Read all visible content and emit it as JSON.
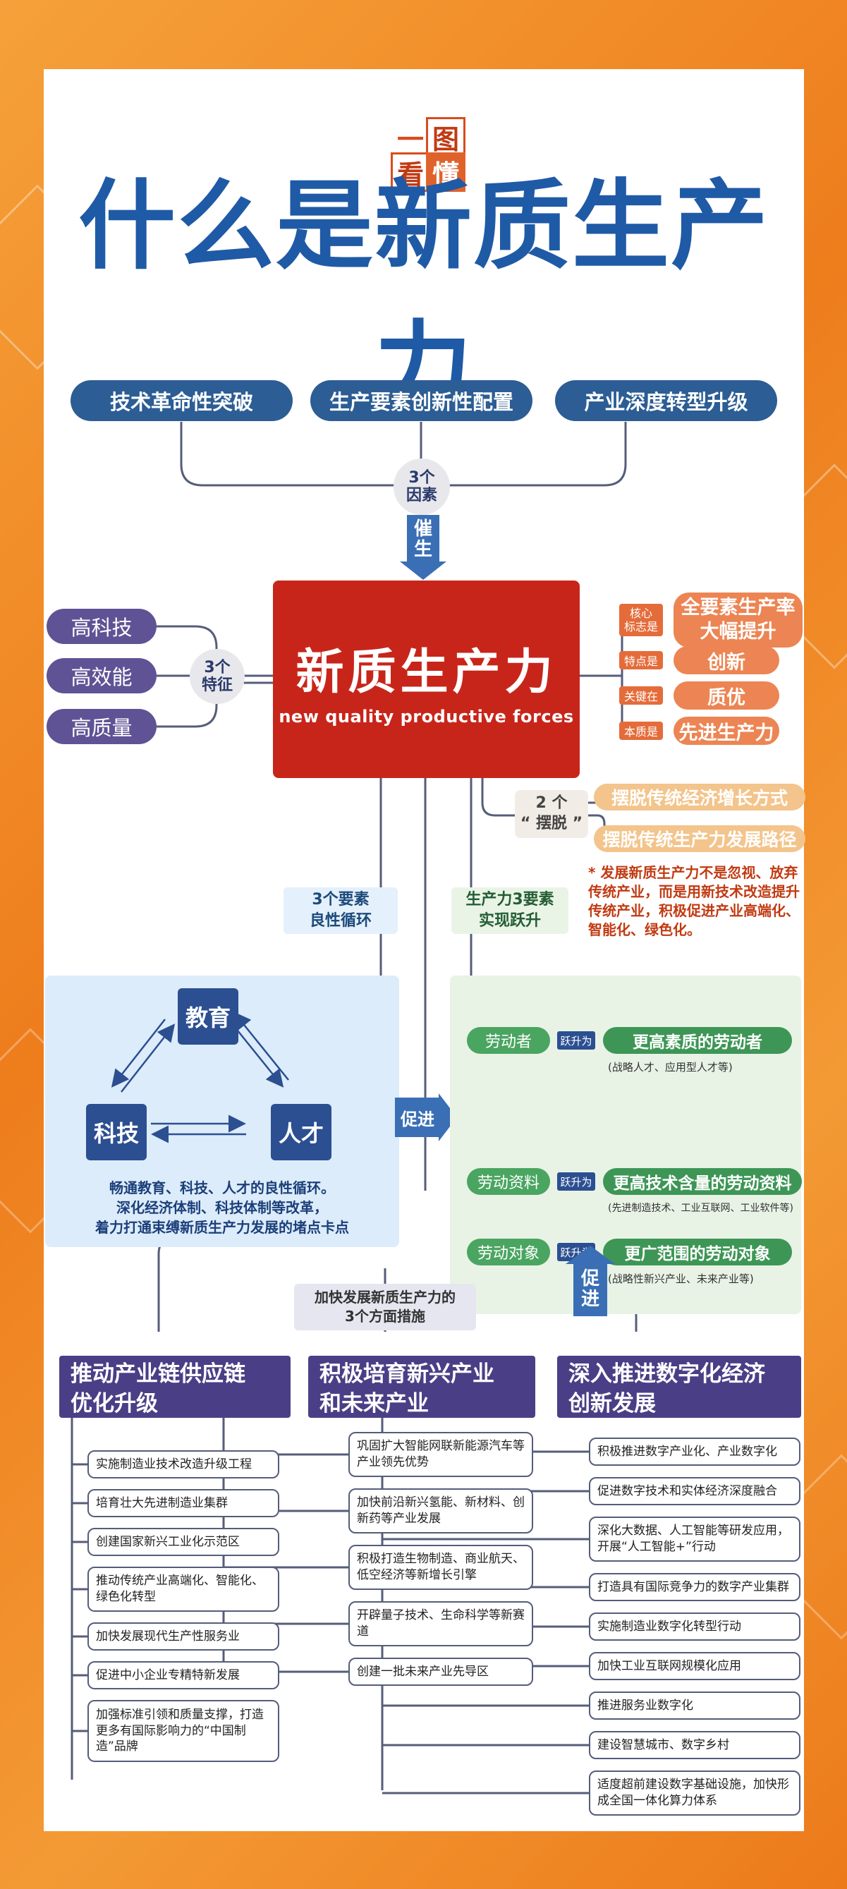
{
  "logo": {
    "c1": "一",
    "c2": "图",
    "c3": "看",
    "c4": "懂"
  },
  "title": "什么是新质生产力",
  "factors": {
    "items": [
      "技术革命性突破",
      "生产要素创新性配置",
      "产业深度转型升级"
    ],
    "circle_l1": "3个",
    "circle_l2": "因素",
    "arrow_l1": "催",
    "arrow_l2": "生"
  },
  "core": {
    "title": "新质生产力",
    "subtitle": "new quality productive forces"
  },
  "features": {
    "items": [
      "高科技",
      "高效能",
      "高质量"
    ],
    "circle_l1": "3个",
    "circle_l2": "特征"
  },
  "right_props": [
    {
      "tag_l1": "核心",
      "tag_l2": "标志是",
      "value_l1": "全要素生产率",
      "value_l2": "大幅提升"
    },
    {
      "tag_l1": "特点是",
      "tag_l2": "",
      "value_l1": "创新",
      "value_l2": ""
    },
    {
      "tag_l1": "关键在",
      "tag_l2": "",
      "value_l1": "质优",
      "value_l2": ""
    },
    {
      "tag_l1": "本质是",
      "tag_l2": "",
      "value_l1": "先进生产力",
      "value_l2": ""
    }
  ],
  "breakaway": {
    "label_l1": "2 个",
    "label_l2": "“ 摆脱 ”",
    "items": [
      "摆脱传统经济增长方式",
      "摆脱传统生产力发展路径"
    ]
  },
  "note": "* 发展新质生产力不是忽视、放弃传统产业，而是用新技术改造提升传统产业，积极促进产业高端化、智能化、绿色化。",
  "elements_label": {
    "l1": "3个要素",
    "l2": "良性循环"
  },
  "leap_label": {
    "l1": "生产力3要素",
    "l2": "实现跃升"
  },
  "cycle": {
    "nodes": {
      "top": "教育",
      "left": "科技",
      "right": "人才"
    },
    "caption_l1": "畅通教育、科技、人才的良性循环。",
    "caption_l2": "深化经济体制、科技体制等改革，",
    "caption_l3": "着力打通束缚新质生产力发展的堵点卡点"
  },
  "promote_mid": "促进",
  "leaps": [
    {
      "from": "劳动者",
      "tag": "跃升为",
      "to": "更高素质的劳动者",
      "note": "(战略人才、应用型人才等)"
    },
    {
      "from": "劳动资料",
      "tag": "跃升为",
      "to": "更高技术含量的劳动资料",
      "note": "(先进制造技术、工业互联网、工业软件等)"
    },
    {
      "from": "劳动对象",
      "tag": "跃升为",
      "to": "更广范围的劳动对象",
      "note": "(战略性新兴产业、未来产业等)"
    }
  ],
  "promote_up": {
    "l1": "促",
    "l2": "进"
  },
  "measures_label": {
    "l1": "加快发展新质生产力的",
    "l2": "3个方面措施"
  },
  "columns": [
    {
      "title_l1": "推动产业链供应链",
      "title_l2": "优化升级",
      "items": [
        "实施制造业技术改造升级工程",
        "培育壮大先进制造业集群",
        "创建国家新兴工业化示范区",
        "推动传统产业高端化、智能化、绿色化转型",
        "加快发展现代生产性服务业",
        "促进中小企业专精特新发展",
        "加强标准引领和质量支撑，打造更多有国际影响力的“中国制造”品牌"
      ]
    },
    {
      "title_l1": "积极培育新兴产业",
      "title_l2": "和未来产业",
      "items": [
        "巩固扩大智能网联新能源汽车等产业领先优势",
        "加快前沿新兴氢能、新材料、创新药等产业发展",
        "积极打造生物制造、商业航天、低空经济等新增长引擎",
        "开辟量子技术、生命科学等新赛道",
        "创建一批未来产业先导区"
      ]
    },
    {
      "title_l1": "深入推进数字化经济",
      "title_l2": "创新发展",
      "items": [
        "积极推进数字产业化、产业数字化",
        "促进数字技术和实体经济深度融合",
        "深化大数据、人工智能等研发应用，开展“人工智能+”行动",
        "打造具有国际竞争力的数字产业集群",
        "实施制造业数字化转型行动",
        "加快工业互联网规模化应用",
        "推进服务业数字化",
        "建设智慧城市、数字乡村",
        "适度超前建设数字基础设施，加快形成全国一体化算力体系"
      ]
    }
  ],
  "colors": {
    "background": "#f08a24",
    "title_blue": "#1f5aa6",
    "core_red": "#c8251a",
    "feature_purple": "#5f5395",
    "column_header": "#4a3f86",
    "leap_green": "#3d9655"
  }
}
